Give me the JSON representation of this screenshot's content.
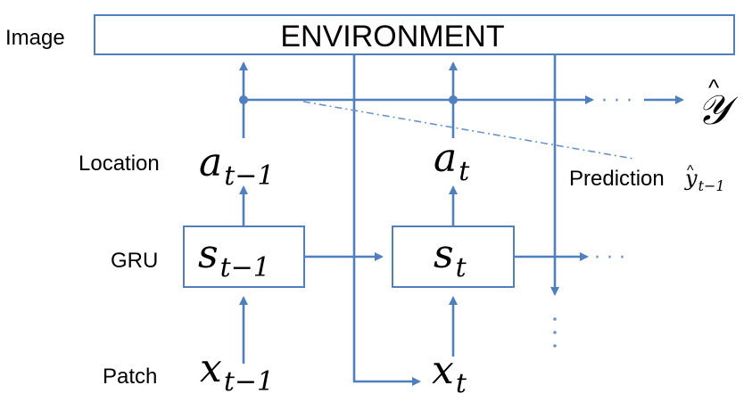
{
  "labels": {
    "image": "Image",
    "environment": "ENVIRONMENT",
    "location": "Location",
    "gru": "GRU",
    "patch": "Patch",
    "prediction": "Prediction"
  },
  "math": {
    "a_prev": {
      "base": "a",
      "sub": "t−1"
    },
    "a_t": {
      "base": "a",
      "sub": "t"
    },
    "s_prev": {
      "base": "s",
      "sub": "t−1"
    },
    "s_t": {
      "base": "s",
      "sub": "t"
    },
    "x_prev": {
      "base": "x",
      "sub": "t−1"
    },
    "x_t": {
      "base": "x",
      "sub": "t"
    },
    "y_hat": {
      "base": "𝒴",
      "hat": "^"
    },
    "pred_y": {
      "base": "y",
      "hat": "^",
      "sub": "t−1"
    }
  },
  "ellipsis": "· · ·",
  "colors": {
    "wire": "#4f7fbd",
    "text": "#000000"
  }
}
